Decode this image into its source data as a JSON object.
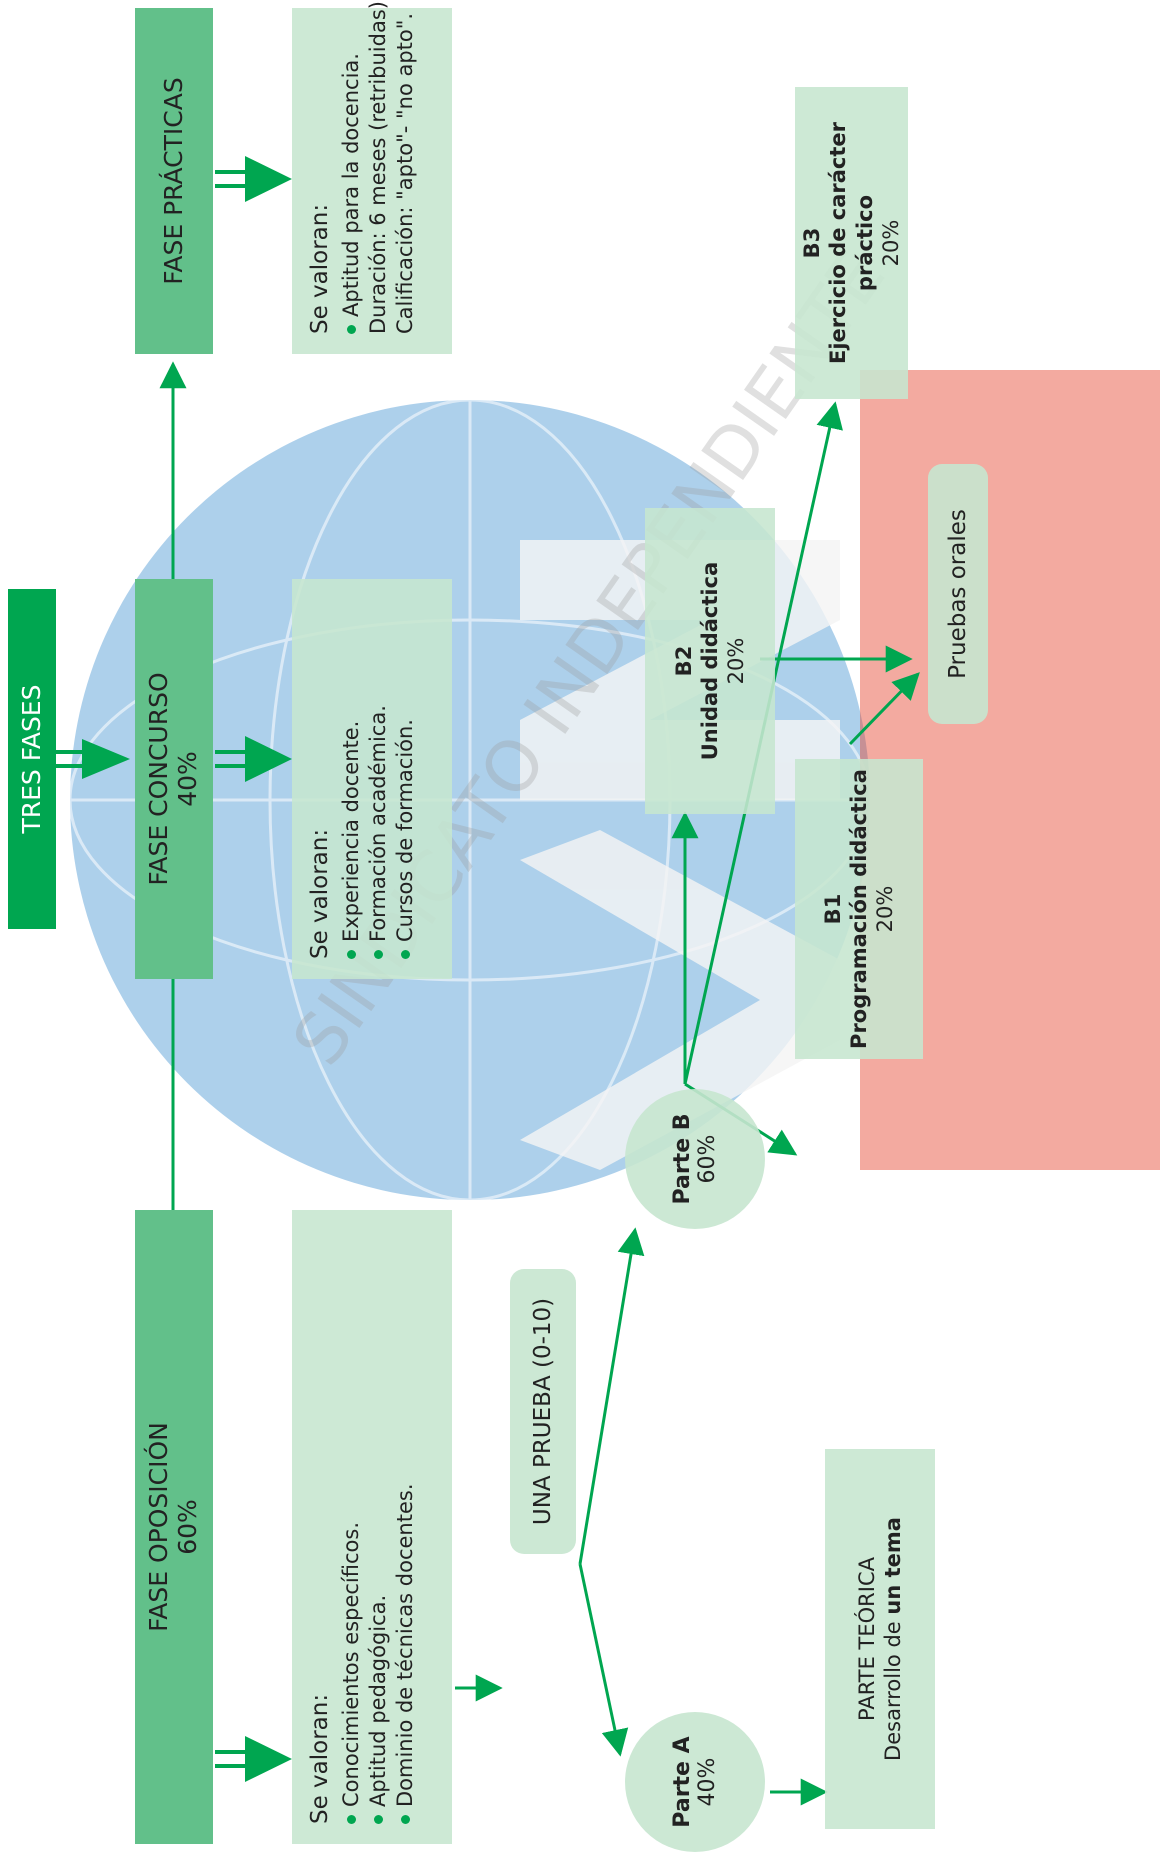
{
  "title": "TRES FASES",
  "fases": {
    "oposicion": {
      "label": "FASE OPOSICIÓN",
      "pct": "60%"
    },
    "concurso": {
      "label": "FASE CONCURSO",
      "pct": "40%"
    },
    "practicas": {
      "label": "FASE PRÁCTICAS"
    }
  },
  "valoran": {
    "header": "Se valoran:",
    "oposicion": [
      "Conocimientos específicos.",
      "Aptitud pedagógica.",
      "Dominio de técnicas docentes."
    ],
    "concurso": [
      "Experiencia docente.",
      "Formación académica.",
      "Cursos de formación."
    ],
    "practicas": {
      "bullet": "Aptitud para la docencia.",
      "lines": [
        "Duración: 6 meses (retribuidas).",
        "Calificación: \"apto\"- \"no apto\"."
      ]
    }
  },
  "prueba": "UNA PRUEBA (0-10)",
  "parteA": {
    "label": "Parte A",
    "pct": "40%"
  },
  "parteB": {
    "label": "Parte B",
    "pct": "60%"
  },
  "teorica": {
    "line1": "PARTE TEÓRICA",
    "line2_prefix": "Desarrollo de ",
    "line2_bold": "un tema"
  },
  "b1": {
    "code": "B1",
    "name": "Programación didáctica",
    "pct": "20%"
  },
  "b2": {
    "code": "B2",
    "name": "Unidad didáctica",
    "pct": "20%"
  },
  "b3": {
    "code": "B3",
    "name": "Ejercicio de carácter práctico",
    "pct": "20%"
  },
  "orales": "Pruebas orales",
  "watermark": {
    "ring": "SINDICATO INDEPENDIENTE",
    "logo": "ANPE",
    "colors": {
      "globe": "#3c8fd0",
      "logo": "#f0f0f0",
      "accent": "#e4432d"
    }
  },
  "colors": {
    "dark_green": "#00a650",
    "mid_green": "#62c08a",
    "light_green": "#c6e6cf",
    "arrow": "#00a650"
  }
}
